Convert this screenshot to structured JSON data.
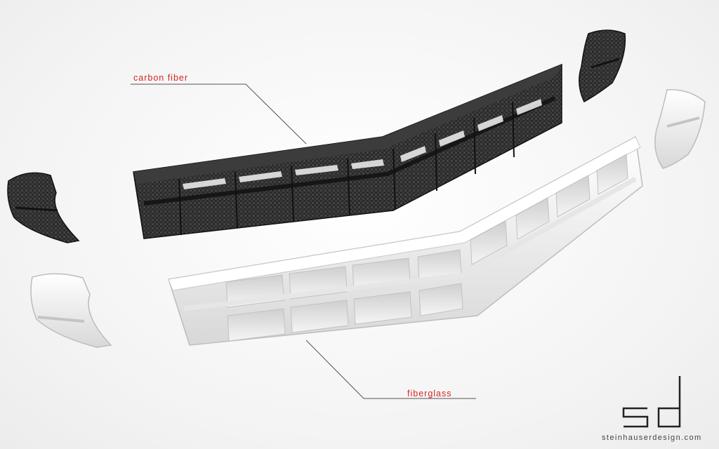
{
  "callouts": {
    "carbon": "carbon fiber",
    "fiberglass": "fiberglass"
  },
  "brand": {
    "logo_letters": "sd",
    "url": "steinhauserdesign.com"
  },
  "colors": {
    "callout_text": "#d4271f",
    "leader_line": "#555555",
    "carbon": "#2e2e2e",
    "fiberglass": "#ffffff"
  }
}
